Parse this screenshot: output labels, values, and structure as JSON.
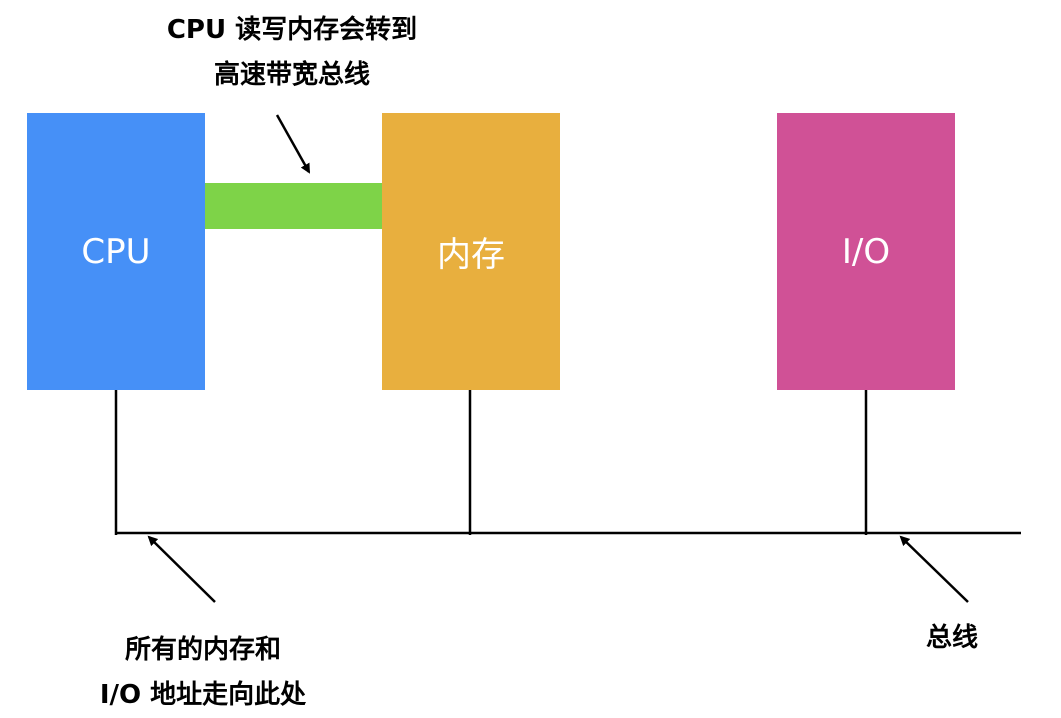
{
  "top_note": {
    "line1": "CPU 读写内存会转到",
    "line2": "高速带宽总线"
  },
  "boxes": {
    "cpu": {
      "label": "CPU",
      "color": "#4690F7"
    },
    "memory": {
      "label": "内存",
      "color": "#E8AF3E"
    },
    "io": {
      "label": "I/O",
      "color": "#D05196"
    }
  },
  "high_speed_bus_color": "#7ED348",
  "bottom_note": {
    "line1": "所有的内存和",
    "line2": "I/O 地址走向此处"
  },
  "bus_label": "总线"
}
